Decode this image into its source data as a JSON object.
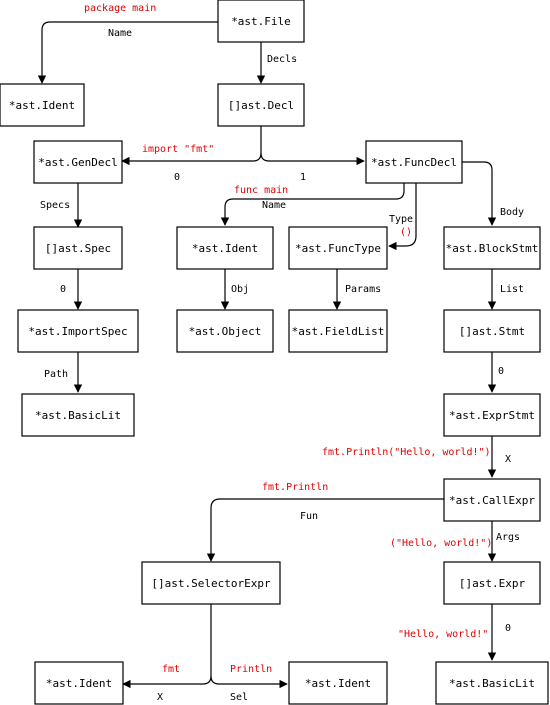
{
  "colors": {
    "note": "#e00000",
    "stroke": "#000000",
    "background": "#ffffff"
  },
  "nodes": {
    "file": "*ast.File",
    "ident_name": "*ast.Ident",
    "decls": "[]ast.Decl",
    "gendecl": "*ast.GenDecl",
    "funcdecl": "*ast.FuncDecl",
    "specs": "[]ast.Spec",
    "importspec": "*ast.ImportSpec",
    "basiclit_path": "*ast.BasicLit",
    "ident_func": "*ast.Ident",
    "object": "*ast.Object",
    "functype": "*ast.FuncType",
    "fieldlist": "*ast.FieldList",
    "blockstmt": "*ast.BlockStmt",
    "stmt": "[]ast.Stmt",
    "exprstmt": "*ast.ExprStmt",
    "callexpr": "*ast.CallExpr",
    "selectorexpr": "[]ast.SelectorExpr",
    "expr": "[]ast.Expr",
    "ident_x": "*ast.Ident",
    "ident_sel": "*ast.Ident",
    "basiclit_arg": "*ast.BasicLit"
  },
  "edges": {
    "name_top": "Name",
    "decls": "Decls",
    "decl_0": "0",
    "decl_1": "1",
    "specs": "Specs",
    "spec_0": "0",
    "path": "Path",
    "func_name": "Name",
    "type": "Type",
    "body": "Body",
    "obj": "Obj",
    "params": "Params",
    "list": "List",
    "stmt_0": "0",
    "x": "X",
    "fun": "Fun",
    "args": "Args",
    "arg_0": "0",
    "sel_x": "X",
    "sel": "Sel"
  },
  "notes": {
    "package": "package main",
    "import": "import \"fmt\"",
    "func": "func main",
    "type_parens": "()",
    "call": "fmt.Println(\"Hello, world!\")",
    "fun": "fmt.Println",
    "args": "(\"Hello, world!\")",
    "literal": "\"Hello, world!\"",
    "fmt": "fmt",
    "println": "Println"
  }
}
